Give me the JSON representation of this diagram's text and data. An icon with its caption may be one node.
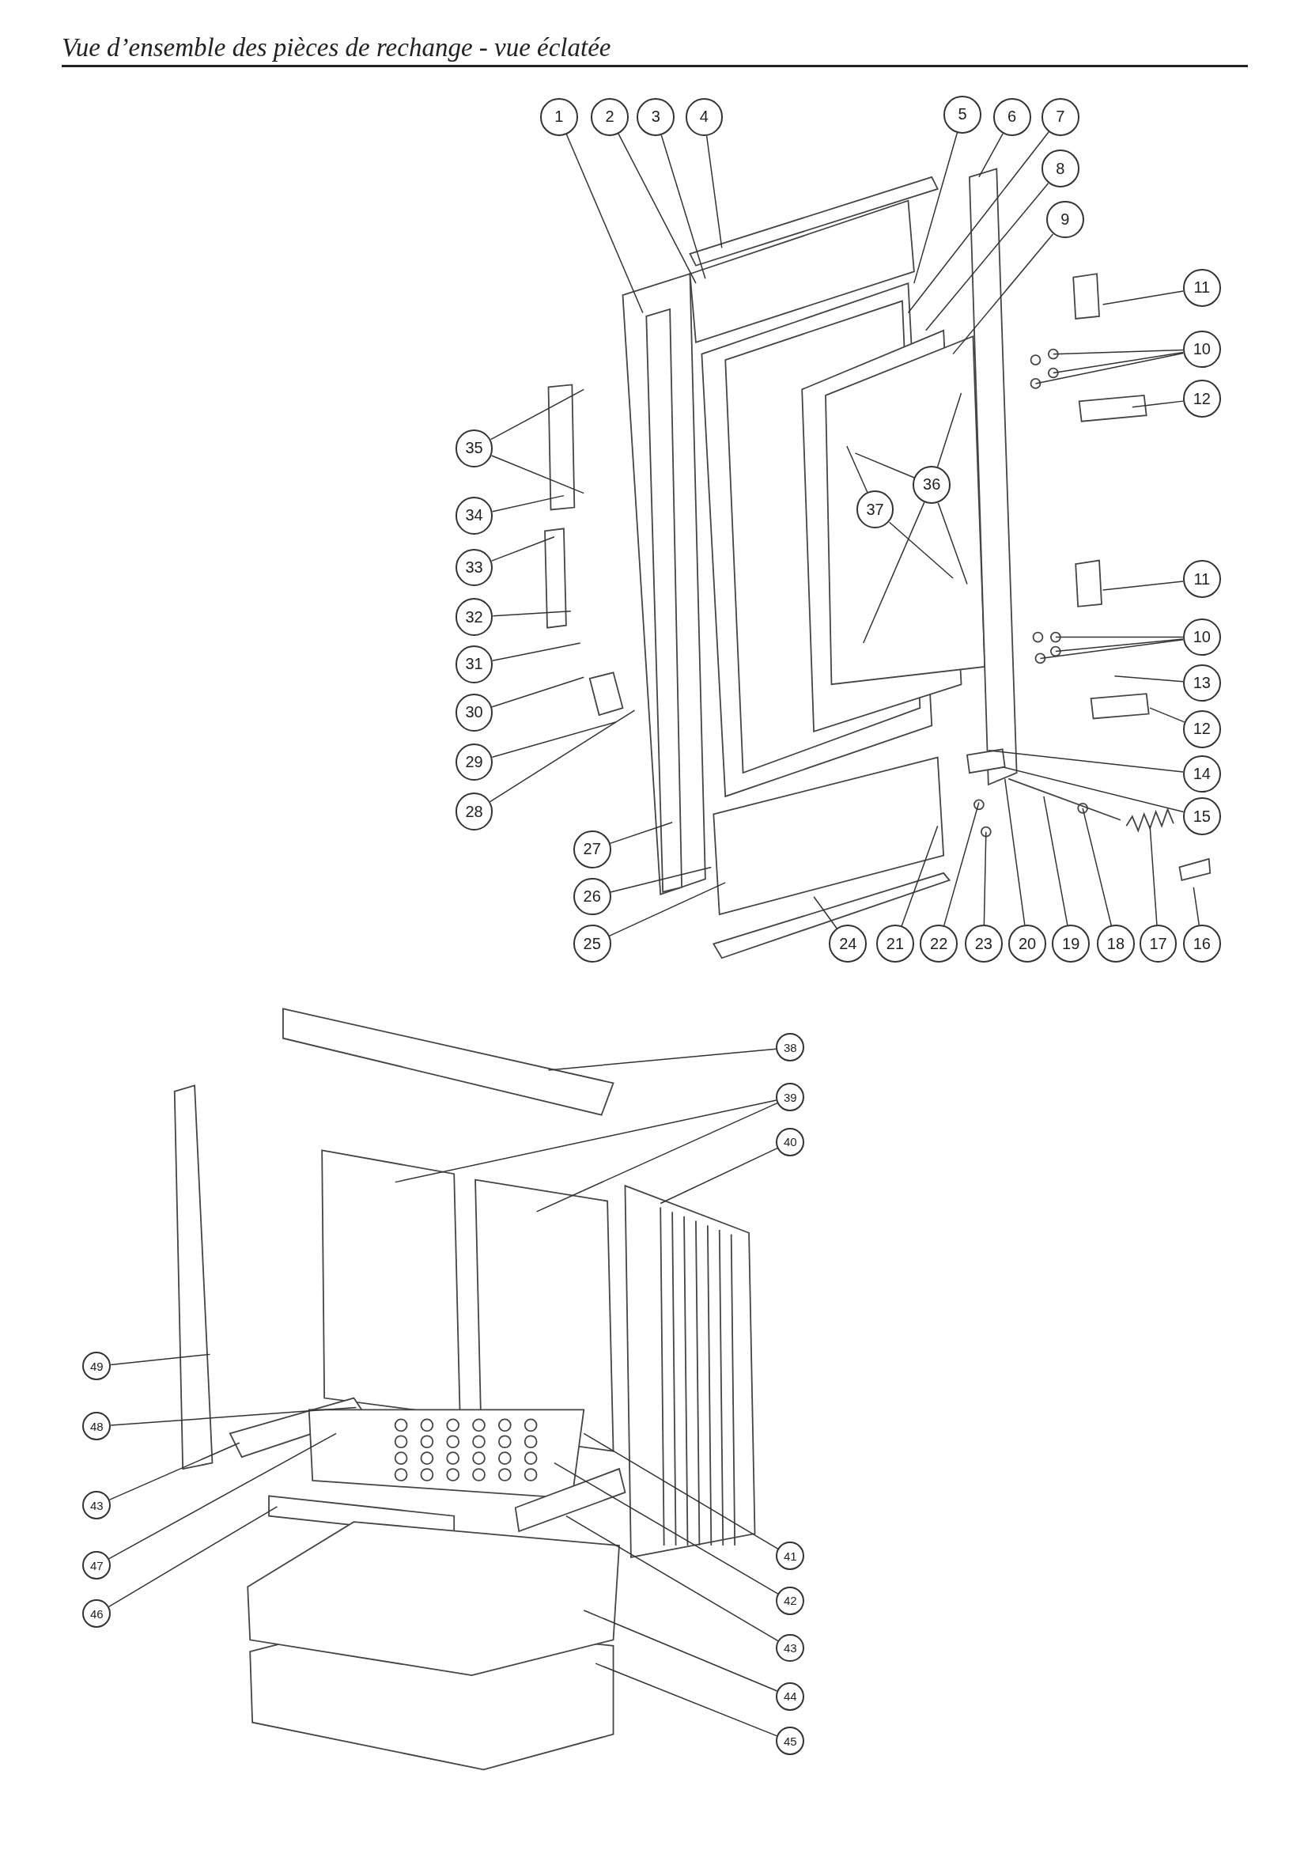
{
  "diagram": {
    "title": "Vue d’ensemble des pièces de rechange - vue éclatée",
    "nodes": [
      {
        "text": [
          "1"
        ]
      },
      {
        "text": [
          "2"
        ]
      },
      {
        "text": [
          "3"
        ]
      },
      {
        "text": [
          "4"
        ]
      },
      {
        "text": [
          "5"
        ]
      },
      {
        "text": [
          "6"
        ]
      },
      {
        "text": [
          "7"
        ]
      },
      {
        "text": [
          "8"
        ]
      },
      {
        "text": [
          "9"
        ]
      },
      {
        "text": [
          "11"
        ]
      },
      {
        "text": [
          "10"
        ]
      },
      {
        "text": [
          "12"
        ]
      },
      {
        "text": [
          "35"
        ]
      },
      {
        "text": [
          "36"
        ]
      },
      {
        "text": [
          "37"
        ]
      },
      {
        "text": [
          "34"
        ]
      },
      {
        "text": [
          "33"
        ]
      },
      {
        "text": [
          "32"
        ]
      },
      {
        "text": [
          "11"
        ]
      },
      {
        "text": [
          "10"
        ]
      },
      {
        "text": [
          "31"
        ]
      },
      {
        "text": [
          "13"
        ]
      },
      {
        "text": [
          "30"
        ]
      },
      {
        "text": [
          "12"
        ]
      },
      {
        "text": [
          "29"
        ]
      },
      {
        "text": [
          "14"
        ]
      },
      {
        "text": [
          "28"
        ]
      },
      {
        "text": [
          "15"
        ]
      },
      {
        "text": [
          "27"
        ]
      },
      {
        "text": [
          "26"
        ]
      },
      {
        "text": [
          "25"
        ]
      },
      {
        "text": [
          "24"
        ]
      },
      {
        "text": [
          "21"
        ]
      },
      {
        "text": [
          "22"
        ]
      },
      {
        "text": [
          "23"
        ]
      },
      {
        "text": [
          "20"
        ]
      },
      {
        "text": [
          "19"
        ]
      },
      {
        "text": [
          "18"
        ]
      },
      {
        "text": [
          "17"
        ]
      },
      {
        "text": [
          "16"
        ]
      },
      {
        "text": [
          "38"
        ]
      },
      {
        "text": [
          "39"
        ]
      },
      {
        "text": [
          "40"
        ]
      },
      {
        "text": [
          "49"
        ]
      },
      {
        "text": [
          "48"
        ]
      },
      {
        "text": [
          "43"
        ]
      },
      {
        "text": [
          "41"
        ]
      },
      {
        "text": [
          "47"
        ]
      },
      {
        "text": [
          "42"
        ]
      },
      {
        "text": [
          "46"
        ]
      },
      {
        "text": [
          "43"
        ]
      },
      {
        "text": [
          "44"
        ]
      },
      {
        "text": [
          "45"
        ]
      }
    ],
    "edges": [
      {
        "from": 0,
        "to": null,
        "arrow": "none"
      },
      {
        "from": 1,
        "to": null,
        "arrow": "none"
      },
      {
        "from": 2,
        "to": null,
        "arrow": "none"
      },
      {
        "from": 3,
        "to": null,
        "arrow": "none"
      },
      {
        "from": 4,
        "to": null,
        "arrow": "none"
      },
      {
        "from": 5,
        "to": null,
        "arrow": "none"
      },
      {
        "from": 6,
        "to": null,
        "arrow": "none"
      },
      {
        "from": 7,
        "to": null,
        "arrow": "none"
      },
      {
        "from": 8,
        "to": null,
        "arrow": "none"
      },
      {
        "from": 9,
        "to": null,
        "arrow": "none"
      },
      {
        "from": 10,
        "to": null,
        "arrow": "none"
      },
      {
        "from": 10,
        "to": null,
        "arrow": "none"
      },
      {
        "from": 10,
        "to": null,
        "arrow": "none"
      },
      {
        "from": 11,
        "to": null,
        "arrow": "none"
      },
      {
        "from": 12,
        "to": null,
        "arrow": "none"
      },
      {
        "from": 12,
        "to": null,
        "arrow": "none"
      },
      {
        "from": 13,
        "to": null,
        "arrow": "none"
      },
      {
        "from": 13,
        "to": null,
        "arrow": "none"
      },
      {
        "from": 13,
        "to": null,
        "arrow": "none"
      },
      {
        "from": 13,
        "to": null,
        "arrow": "none"
      },
      {
        "from": 14,
        "to": null,
        "arrow": "none"
      },
      {
        "from": 14,
        "to": null,
        "arrow": "none"
      },
      {
        "from": 15,
        "to": null,
        "arrow": "none"
      },
      {
        "from": 16,
        "to": null,
        "arrow": "none"
      },
      {
        "from": 17,
        "to": null,
        "arrow": "none"
      },
      {
        "from": 18,
        "to": null,
        "arrow": "none"
      },
      {
        "from": 19,
        "to": null,
        "arrow": "none"
      },
      {
        "from": 19,
        "to": null,
        "arrow": "none"
      },
      {
        "from": 19,
        "to": null,
        "arrow": "none"
      },
      {
        "from": 20,
        "to": null,
        "arrow": "none"
      },
      {
        "from": 21,
        "to": null,
        "arrow": "none"
      },
      {
        "from": 22,
        "to": null,
        "arrow": "none"
      },
      {
        "from": 23,
        "to": null,
        "arrow": "none"
      },
      {
        "from": 24,
        "to": null,
        "arrow": "none"
      },
      {
        "from": 25,
        "to": null,
        "arrow": "none"
      },
      {
        "from": 26,
        "to": null,
        "arrow": "none"
      },
      {
        "from": 27,
        "to": null,
        "arrow": "none"
      },
      {
        "from": 28,
        "to": null,
        "arrow": "none"
      },
      {
        "from": 29,
        "to": null,
        "arrow": "none"
      },
      {
        "from": 30,
        "to": null,
        "arrow": "none"
      },
      {
        "from": 31,
        "to": null,
        "arrow": "none"
      },
      {
        "from": 32,
        "to": null,
        "arrow": "none"
      },
      {
        "from": 33,
        "to": null,
        "arrow": "none"
      },
      {
        "from": 34,
        "to": null,
        "arrow": "none"
      },
      {
        "from": 35,
        "to": null,
        "arrow": "none"
      },
      {
        "from": 36,
        "to": null,
        "arrow": "none"
      },
      {
        "from": 37,
        "to": null,
        "arrow": "none"
      },
      {
        "from": 38,
        "to": null,
        "arrow": "none"
      },
      {
        "from": 39,
        "to": null,
        "arrow": "none"
      },
      {
        "from": 40,
        "to": null,
        "arrow": "none"
      },
      {
        "from": 41,
        "to": null,
        "arrow": "none"
      },
      {
        "from": 41,
        "to": null,
        "arrow": "none"
      },
      {
        "from": 42,
        "to": null,
        "arrow": "none"
      },
      {
        "from": 43,
        "to": null,
        "arrow": "none"
      },
      {
        "from": 44,
        "to": null,
        "arrow": "none"
      },
      {
        "from": 45,
        "to": null,
        "arrow": "none"
      },
      {
        "from": 46,
        "to": null,
        "arrow": "none"
      },
      {
        "from": 47,
        "to": null,
        "arrow": "none"
      },
      {
        "from": 48,
        "to": null,
        "arrow": "none"
      },
      {
        "from": 49,
        "to": null,
        "arrow": "none"
      },
      {
        "from": 50,
        "to": null,
        "arrow": "none"
      },
      {
        "from": 51,
        "to": null,
        "arrow": "none"
      },
      {
        "from": 52,
        "to": null,
        "arrow": "none"
      }
    ]
  }
}
